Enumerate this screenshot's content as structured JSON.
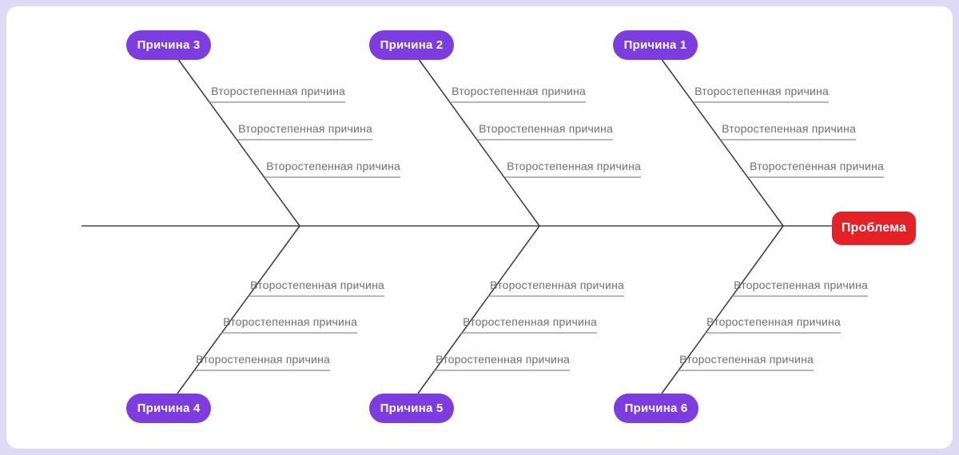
{
  "canvas": {
    "background_color": "#dedaf6",
    "card_color": "#ffffff"
  },
  "diagram": {
    "type": "fishbone",
    "cause_color": "#7c3ce0",
    "line_color": "#383838",
    "subline_color": "#8c8c8c",
    "problem": {
      "label": "Проблема",
      "color": "#e32127"
    },
    "branches": [
      {
        "id": "top-left",
        "label": "Причина 3",
        "subcauses": [
          "Второстепенная причина",
          "Второстепенная причина",
          "Второстепенная причина"
        ]
      },
      {
        "id": "top-middle",
        "label": "Причина 2",
        "subcauses": [
          "Второстепенная причина",
          "Второстепенная причина",
          "Второстепенная причина"
        ]
      },
      {
        "id": "top-right",
        "label": "Причина 1",
        "subcauses": [
          "Второстепенная причина",
          "Второстепенная причина",
          "Второстепенная причина"
        ]
      },
      {
        "id": "bottom-left",
        "label": "Причина 4",
        "subcauses": [
          "Второстепенная причина",
          "Второстепенная причина",
          "Второстепенная причина"
        ]
      },
      {
        "id": "bottom-middle",
        "label": "Причина 5",
        "subcauses": [
          "Второстепенная причина",
          "Второстепенная причина",
          "Второстепенная причина"
        ]
      },
      {
        "id": "bottom-right",
        "label": "Причина 6",
        "subcauses": [
          "Второстепенная причина",
          "Второстепенная причина",
          "Второстепенная причина"
        ]
      }
    ]
  }
}
